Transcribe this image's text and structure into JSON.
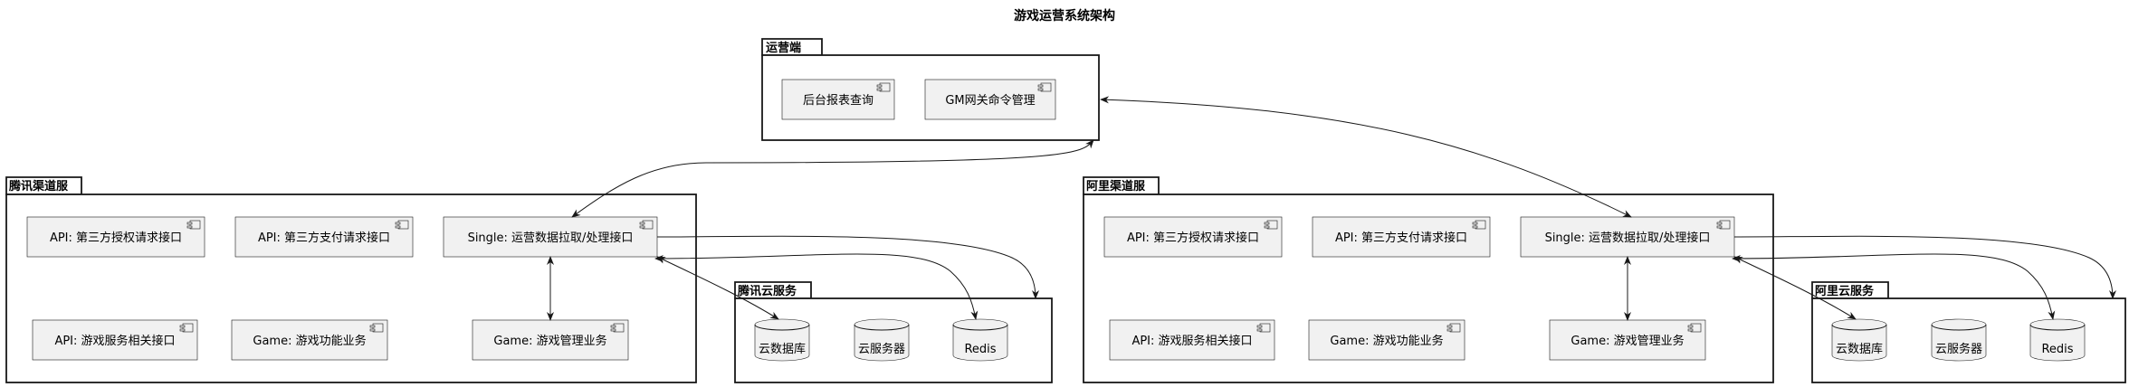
{
  "title": "游戏运营系统架构",
  "packages": {
    "ops": {
      "label": "运营端",
      "components": {
        "report": "后台报表查询",
        "gm": "GM网关命令管理"
      }
    },
    "tencent": {
      "label": "腾讯渠道服",
      "components": {
        "auth": "API: 第三方授权请求接口",
        "pay": "API: 第三方支付请求接口",
        "single": "Single: 运营数据拉取/处理接口",
        "gameapi": "API: 游戏服务相关接口",
        "gamefunc": "Game: 游戏功能业务",
        "gamemgmt": "Game: 游戏管理业务"
      }
    },
    "tencent_cloud": {
      "label": "腾讯云服务",
      "databases": {
        "db": "云数据库",
        "server": "云服务器",
        "redis": "Redis"
      }
    },
    "ali": {
      "label": "阿里渠道服",
      "components": {
        "auth": "API: 第三方授权请求接口",
        "pay": "API: 第三方支付请求接口",
        "single": "Single: 运营数据拉取/处理接口",
        "gameapi": "API: 游戏服务相关接口",
        "gamefunc": "Game: 游戏功能业务",
        "gamemgmt": "Game: 游戏管理业务"
      }
    },
    "ali_cloud": {
      "label": "阿里云服务",
      "databases": {
        "db": "云数据库",
        "server": "云服务器",
        "redis": "Redis"
      }
    }
  }
}
